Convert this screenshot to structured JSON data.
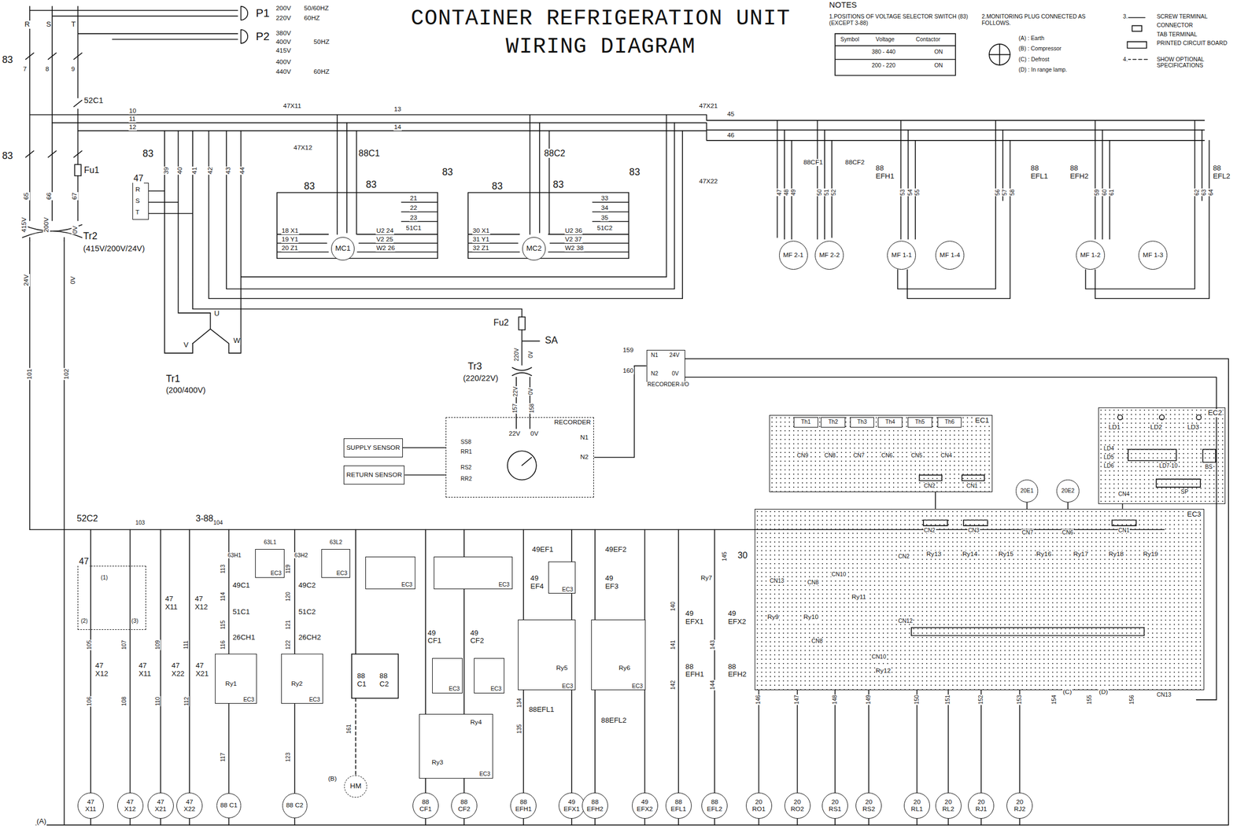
{
  "diagram": {
    "title": "CONTAINER REFRIGERATION UNIT WIRING DIAGRAM",
    "nodes": [
      {
        "text": [
          "MC1"
        ]
      },
      {
        "text": [
          "MC2"
        ]
      },
      {
        "text": [
          "MF 2-1"
        ]
      },
      {
        "text": [
          "MF 2-2"
        ]
      },
      {
        "text": [
          "MF 1-1"
        ]
      },
      {
        "text": [
          "MF 1-4"
        ]
      },
      {
        "text": [
          "MF 1-2"
        ]
      },
      {
        "text": [
          "MF 1-3"
        ]
      },
      {
        "text": [
          "47"
        ]
      },
      {
        "text": [
          "RECORDER-I/O"
        ]
      },
      {
        "text": [
          "RECORDER"
        ]
      },
      {
        "text": [
          "SUPPLY SENSOR"
        ]
      },
      {
        "text": [
          "RETURN SENSOR"
        ]
      },
      {
        "text": [
          "EC1"
        ]
      },
      {
        "text": [
          "Th1"
        ],
        "in": 13
      },
      {
        "text": [
          "Th2"
        ],
        "in": 13
      },
      {
        "text": [
          "Th3"
        ],
        "in": 13
      },
      {
        "text": [
          "Th4"
        ],
        "in": 13
      },
      {
        "text": [
          "Th5"
        ],
        "in": 13
      },
      {
        "text": [
          "Th6"
        ],
        "in": 13
      },
      {
        "text": [
          "EC2"
        ]
      },
      {
        "text": [
          "EC3"
        ]
      },
      {
        "text": [
          "20E1"
        ]
      },
      {
        "text": [
          "20E2"
        ]
      },
      {
        "text": [
          "47"
        ]
      },
      {
        "text": [
          "EC3"
        ]
      },
      {
        "text": [
          "EC3"
        ]
      },
      {
        "text": [
          "EC3"
        ]
      },
      {
        "text": [
          "EC3"
        ]
      },
      {
        "text": [
          "EC3"
        ]
      },
      {
        "text": [
          "EC3"
        ]
      },
      {
        "text": [
          "EC3"
        ]
      },
      {
        "text": [
          "EC3"
        ]
      },
      {
        "text": [
          "EC3"
        ]
      },
      {
        "text": [
          "EC3"
        ]
      },
      {
        "text": [
          "EC3"
        ]
      },
      {
        "text": [
          "EC3"
        ]
      },
      {
        "text": [
          "47 X11"
        ]
      },
      {
        "text": [
          "47 X12"
        ]
      },
      {
        "text": [
          "47 X21"
        ]
      },
      {
        "text": [
          "47 X22"
        ]
      },
      {
        "text": [
          "88 C1"
        ]
      },
      {
        "text": [
          "88 C2"
        ]
      },
      {
        "text": [
          "HM"
        ]
      },
      {
        "text": [
          "88 CF1"
        ]
      },
      {
        "text": [
          "88 CF2"
        ]
      },
      {
        "text": [
          "88 EFH1"
        ]
      },
      {
        "text": [
          "49 EFX1"
        ]
      },
      {
        "text": [
          "88 EFH2"
        ]
      },
      {
        "text": [
          "49 EFX2"
        ]
      },
      {
        "text": [
          "88 EFL1"
        ]
      },
      {
        "text": [
          "88 EFL2"
        ]
      },
      {
        "text": [
          "20 RO1"
        ]
      },
      {
        "text": [
          "20 RO2"
        ]
      },
      {
        "text": [
          "20 RS1"
        ]
      },
      {
        "text": [
          "20 RS2"
        ]
      },
      {
        "text": [
          "20 RL1"
        ]
      },
      {
        "text": [
          "20 RL2"
        ]
      },
      {
        "text": [
          "20 RJ1"
        ]
      },
      {
        "text": [
          "20 RJ2"
        ]
      }
    ],
    "edges": [
      {
        "from": 21,
        "to": 52,
        "arrow": "none"
      },
      {
        "from": 21,
        "to": 53,
        "arrow": "none"
      },
      {
        "from": 21,
        "to": 54,
        "arrow": "none"
      },
      {
        "from": 21,
        "to": 55,
        "arrow": "none"
      },
      {
        "from": 21,
        "to": 56,
        "arrow": "none"
      },
      {
        "from": 21,
        "to": 57,
        "arrow": "none"
      },
      {
        "from": 21,
        "to": 58,
        "arrow": "none"
      },
      {
        "from": 21,
        "to": 59,
        "arrow": "none"
      },
      {
        "from": 13,
        "to": 21,
        "arrow": "none"
      },
      {
        "from": 20,
        "to": 21,
        "arrow": "none"
      },
      {
        "from": 11,
        "to": 10,
        "arrow": "none"
      },
      {
        "from": 12,
        "to": 10,
        "arrow": "none"
      },
      {
        "from": 10,
        "to": 9,
        "arrow": "none"
      }
    ],
    "labels": [
      "R",
      "S",
      "T",
      "83",
      "7",
      "8",
      "9",
      "P1",
      "200V",
      "50/60HZ",
      "220V",
      "60HZ",
      "P2",
      "380V",
      "400V",
      "415V",
      "50HZ",
      "400V",
      "440V",
      "60HZ",
      "52C1",
      "83",
      "Fu1",
      "65",
      "66",
      "67",
      "415V",
      "200V",
      "0V",
      "Tr2",
      "(415V/200V/24V)",
      "24V",
      "0V",
      "101",
      "102",
      "10",
      "11",
      "12",
      "47X11",
      "13",
      "14",
      "47X12",
      "88C1",
      "88C2",
      "83",
      "83",
      "83",
      "47X21",
      "45",
      "46",
      "47X22",
      "39",
      "40",
      "41",
      "42",
      "43",
      "44",
      "R",
      "S",
      "T",
      "83",
      "83",
      "83",
      "83",
      "18 X1",
      "19 Y1",
      "20 Z1",
      "U2 24",
      "V2 25",
      "W2 26",
      "21",
      "22",
      "23",
      "51C1",
      "30 X1",
      "31 Y1",
      "32 Z1",
      "U2 36",
      "V2 37",
      "W2 38",
      "33",
      "34",
      "35",
      "51C2",
      "88CF1",
      "88CF2",
      "88 EFH1",
      "88 EFL1",
      "88 EFH2",
      "88 EFL2",
      "47",
      "48",
      "49",
      "50",
      "51",
      "52",
      "53",
      "54",
      "55",
      "56",
      "57",
      "58",
      "59",
      "60",
      "61",
      "62",
      "63",
      "64",
      "U",
      "V",
      "W",
      "Tr1",
      "(200/400V)",
      "Fu2",
      "SA",
      "220V",
      "0V",
      "Tr3",
      "(220/22V)",
      "22V",
      "0V",
      "157",
      "158",
      "22V",
      "0V",
      "SS8",
      "RR1",
      "RS2",
      "RR2",
      "N1",
      "N2",
      "159",
      "160",
      "N1",
      "24V",
      "N2",
      "0V",
      "CN9",
      "CN8",
      "CN7",
      "CN6",
      "CN5",
      "CN4",
      "CN2",
      "CN1",
      "LD1",
      "LD2",
      "LD3",
      "LD4",
      "LD5",
      "LD6",
      "LD7-10",
      "BS",
      "SP",
      "CN4",
      "CN2",
      "CN3",
      "CN7",
      "CN6",
      "CN1",
      "CN2",
      "Ry13",
      "Ry14",
      "Ry15",
      "Ry16",
      "Ry17",
      "Ry18",
      "Ry19",
      "CN10",
      "Ry11",
      "CN13",
      "CN8",
      "Ry9",
      "Ry10",
      "CN8",
      "CN10",
      "Ry12",
      "CN12",
      "CN13",
      "52C2",
      "103",
      "3-88",
      "104",
      "(1)",
      "(2)",
      "(3)",
      "47 X11",
      "47 X12",
      "47 X12",
      "47 X11",
      "47 X22",
      "47 X21",
      "105",
      "106",
      "107",
      "108",
      "109",
      "110",
      "111",
      "112",
      "63H1",
      "63L1",
      "63H2",
      "63L2",
      "49C1",
      "49C2",
      "51C1",
      "51C2",
      "26CH1",
      "26CH2",
      "Ry1",
      "Ry2",
      "113",
      "114",
      "115",
      "116",
      "117",
      "119",
      "120",
      "121",
      "122",
      "123",
      "88 C1",
      "88 C2",
      "161",
      "(B)",
      "49 CF1",
      "49 CF2",
      "Ry3",
      "Ry4",
      "49EF1",
      "49 EF4",
      "Ry5",
      "88EFL1",
      "134",
      "135",
      "49EF2",
      "49 EF3",
      "Ry6",
      "88EFL2",
      "Ry7",
      "30",
      "145",
      "49 EFX1",
      "49 EFX2",
      "88 EFH1",
      "88 EFH2",
      "140",
      "141",
      "142",
      "143",
      "144",
      "146",
      "147",
      "148",
      "149",
      "150",
      "151",
      "152",
      "153",
      "154",
      "155",
      "156",
      "(C)",
      "(D)",
      "(A)",
      "NOTES",
      "1.POSITIONS OF VOLTAGE SELECTOR SWITCH (83)(EXCEPT 3-88)",
      "Symbol",
      "Voltage",
      "Contactor",
      "380 - 440",
      "ON",
      "200 - 220",
      "ON",
      "2.MONITORING PLUG CONNECTED AS FOLLOWS.",
      "(A) : Earth",
      "(B) : Compressor",
      "(C) : Defrost",
      "(D) : In range lamp.",
      "3.",
      "SCREW TERMINAL",
      "CONNECTOR",
      "TAB TERMINAL",
      "PRINTED CIRCUIT BOARD",
      "4.",
      "SHOW OPTIONAL SPECIFICATIONS"
    ]
  }
}
